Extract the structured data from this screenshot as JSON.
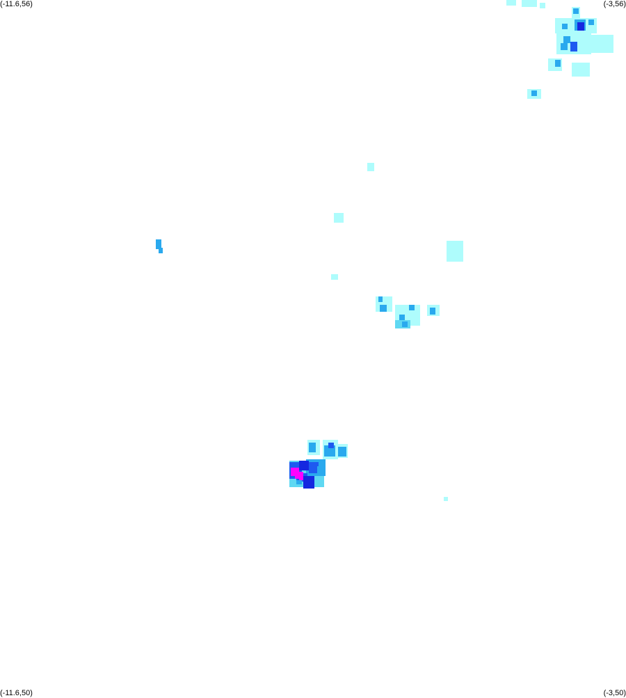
{
  "map": {
    "corner_labels": {
      "top_left": "(-11.6,56)",
      "top_right": "(-3,56)",
      "bottom_left": "(-11.6,50)",
      "bottom_right": "(-3,50)"
    },
    "extent": {
      "lon_min": -11.6,
      "lon_max": -3,
      "lat_min": 50,
      "lat_max": 56
    },
    "background": "#ffffff",
    "intensity_colors": {
      "very_low": "#aefcfc",
      "low": "#5fd8f2",
      "medium": "#2aa9ee",
      "high": "#1e5af0",
      "very_high": "#1528e0",
      "extreme": "#ff00ff"
    }
  }
}
